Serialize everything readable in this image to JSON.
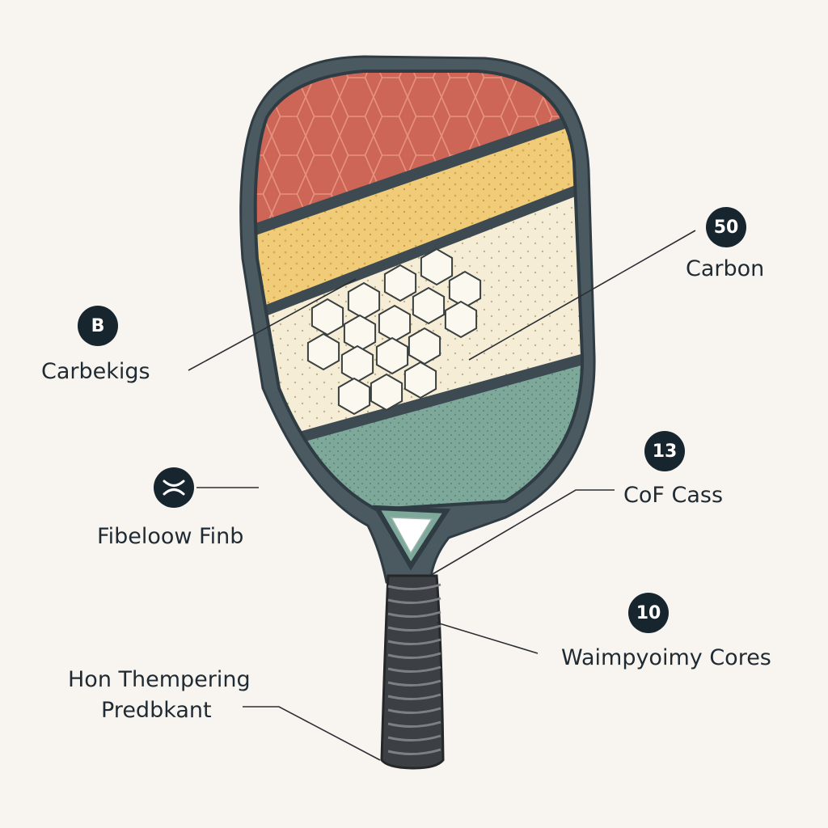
{
  "colors": {
    "background": "#f8f5f0",
    "outline": "#2f3c44",
    "frame": "#4b5a61",
    "red_layer": "#cd6657",
    "yellow_layer": "#f0cc78",
    "cream_layer": "#f5edd6",
    "green_layer": "#7ea89a",
    "grip": "#3c3f43",
    "badge": "#17252f"
  },
  "callouts": [
    {
      "id": "carbon",
      "badge": "50",
      "label": "Carbon"
    },
    {
      "id": "carbekigs",
      "badge": "B",
      "label": "Carbekigs"
    },
    {
      "id": "cof-cass",
      "badge": "13",
      "label": "CoF Cass"
    },
    {
      "id": "fibeloow",
      "badge_icon": "fiber-icon",
      "label": "Fibeloow Finb"
    },
    {
      "id": "wampyoimy",
      "badge": "10",
      "label": "Waimpyoimy Cores"
    },
    {
      "id": "hon-thempering",
      "label_lines": [
        "Hon Thempering",
        "Predbkant"
      ]
    }
  ]
}
